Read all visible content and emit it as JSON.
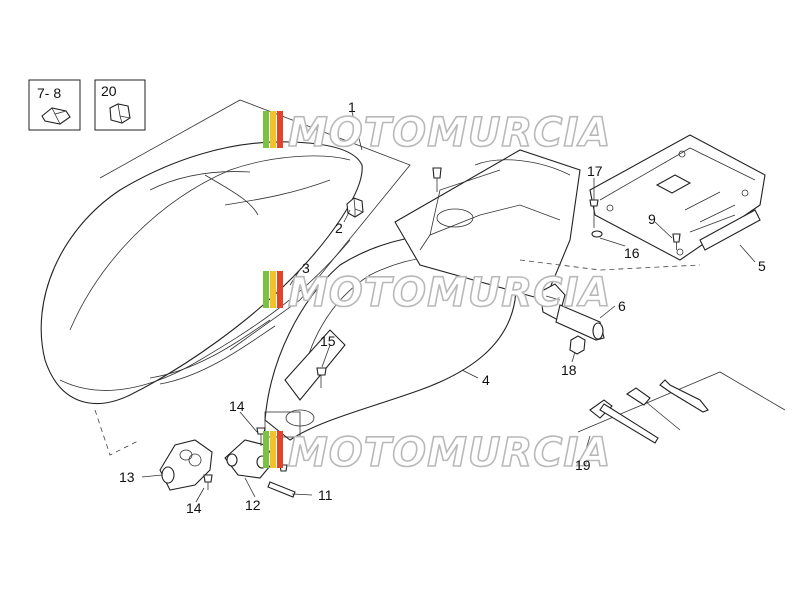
{
  "diagram": {
    "callouts": [
      {
        "id": "c1",
        "text": "1"
      },
      {
        "id": "c2",
        "text": "2"
      },
      {
        "id": "c3",
        "text": "3"
      },
      {
        "id": "c4",
        "text": "4"
      },
      {
        "id": "c5",
        "text": "5"
      },
      {
        "id": "c6",
        "text": "6"
      },
      {
        "id": "c9",
        "text": "9"
      },
      {
        "id": "c11",
        "text": "11"
      },
      {
        "id": "c12",
        "text": "12"
      },
      {
        "id": "c13",
        "text": "13"
      },
      {
        "id": "c14a",
        "text": "14"
      },
      {
        "id": "c14b",
        "text": "14"
      },
      {
        "id": "c15",
        "text": "15"
      },
      {
        "id": "c16",
        "text": "16"
      },
      {
        "id": "c17",
        "text": "17"
      },
      {
        "id": "c18",
        "text": "18"
      },
      {
        "id": "c19",
        "text": "19"
      }
    ],
    "insets": [
      {
        "id": "inset-clip",
        "label": "7- 8"
      },
      {
        "id": "inset-nut",
        "label": "20"
      }
    ],
    "watermark": "MOTOMURCIA",
    "colors": {
      "stripe_green": "#7dc142",
      "stripe_yellow": "#f2c12e",
      "stripe_red": "#e0452c",
      "watermark_outline": "#b9b9b9",
      "line": "#222222"
    }
  }
}
